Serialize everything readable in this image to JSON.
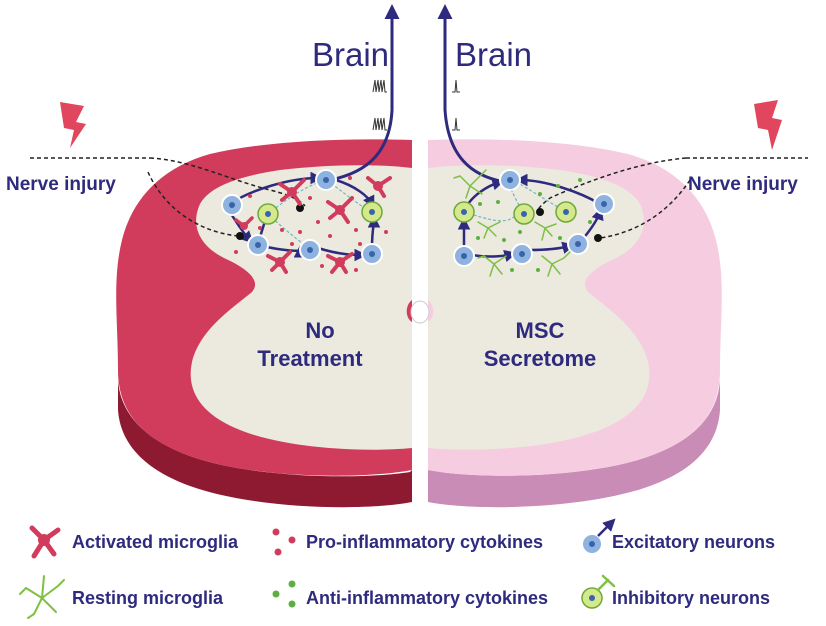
{
  "labels": {
    "brain_left": "Brain",
    "brain_right": "Brain",
    "nerve_injury_left": "Nerve injury",
    "nerve_injury_right": "Nerve injury",
    "treatment_left_line1": "No",
    "treatment_left_line2": "Treatment",
    "treatment_right_line1": "MSC",
    "treatment_right_line2": "Secretome"
  },
  "legend": {
    "activated_microglia": "Activated microglia",
    "pro_inflammatory": "Pro-inflammatory cytokines",
    "excitatory_neurons": "Excitatory neurons",
    "resting_microglia": "Resting microglia",
    "anti_inflammatory": "Anti-inflammatory cytokines",
    "inhibitory_neurons": "Inhibitory neurons"
  },
  "colors": {
    "left_white_matter": "#d23c5c",
    "left_side_wall": "#8e1a32",
    "right_white_matter": "#f6cde0",
    "right_side_wall": "#c98cb6",
    "gray_matter": "#ece9df",
    "outline": "#2e2a7e",
    "excitatory_neuron": "#8fb3e0",
    "inhibitory_neuron": "#d4e98c",
    "activated_microglia": "#d23c5c",
    "resting_microglia": "#7ec043",
    "pro_cytokine": "#d23c5c",
    "anti_cytokine": "#5cb040",
    "lightning": "#e0475f"
  }
}
